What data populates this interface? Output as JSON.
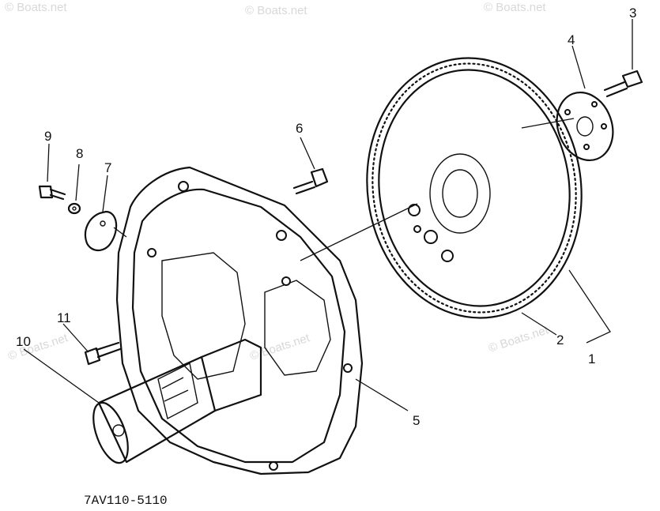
{
  "diagram": {
    "code": "7AV110-5110",
    "watermark": "© Boats.net",
    "callouts": [
      "1",
      "2",
      "3",
      "4",
      "5",
      "6",
      "7",
      "8",
      "9",
      "10",
      "11"
    ]
  }
}
